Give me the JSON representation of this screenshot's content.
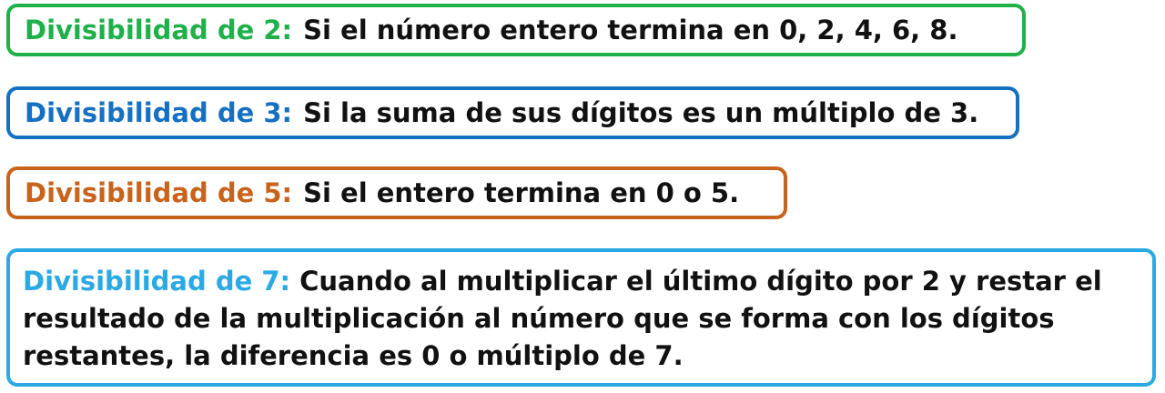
{
  "rules": [
    {
      "label": "Divisibilidad de 2:",
      "text": "Si el número entero termina en 0, 2, 4, 6, 8.",
      "color": "#1fb04a"
    },
    {
      "label": "Divisibilidad de 3:",
      "text": "Si la suma de sus dígitos es un múltiplo de 3.",
      "color": "#1670c2"
    },
    {
      "label": "Divisibilidad de 5:",
      "text": "Si el entero termina en 0 o 5.",
      "color": "#c8631c"
    },
    {
      "label": "Divisibilidad de 7:",
      "text": "Cuando al multiplicar el último dígito por 2 y restar el resultado de la multiplicación al número que se forma con los dígitos restantes, la diferencia es 0 o múltiplo de 7.",
      "color": "#2aa9e4"
    }
  ]
}
